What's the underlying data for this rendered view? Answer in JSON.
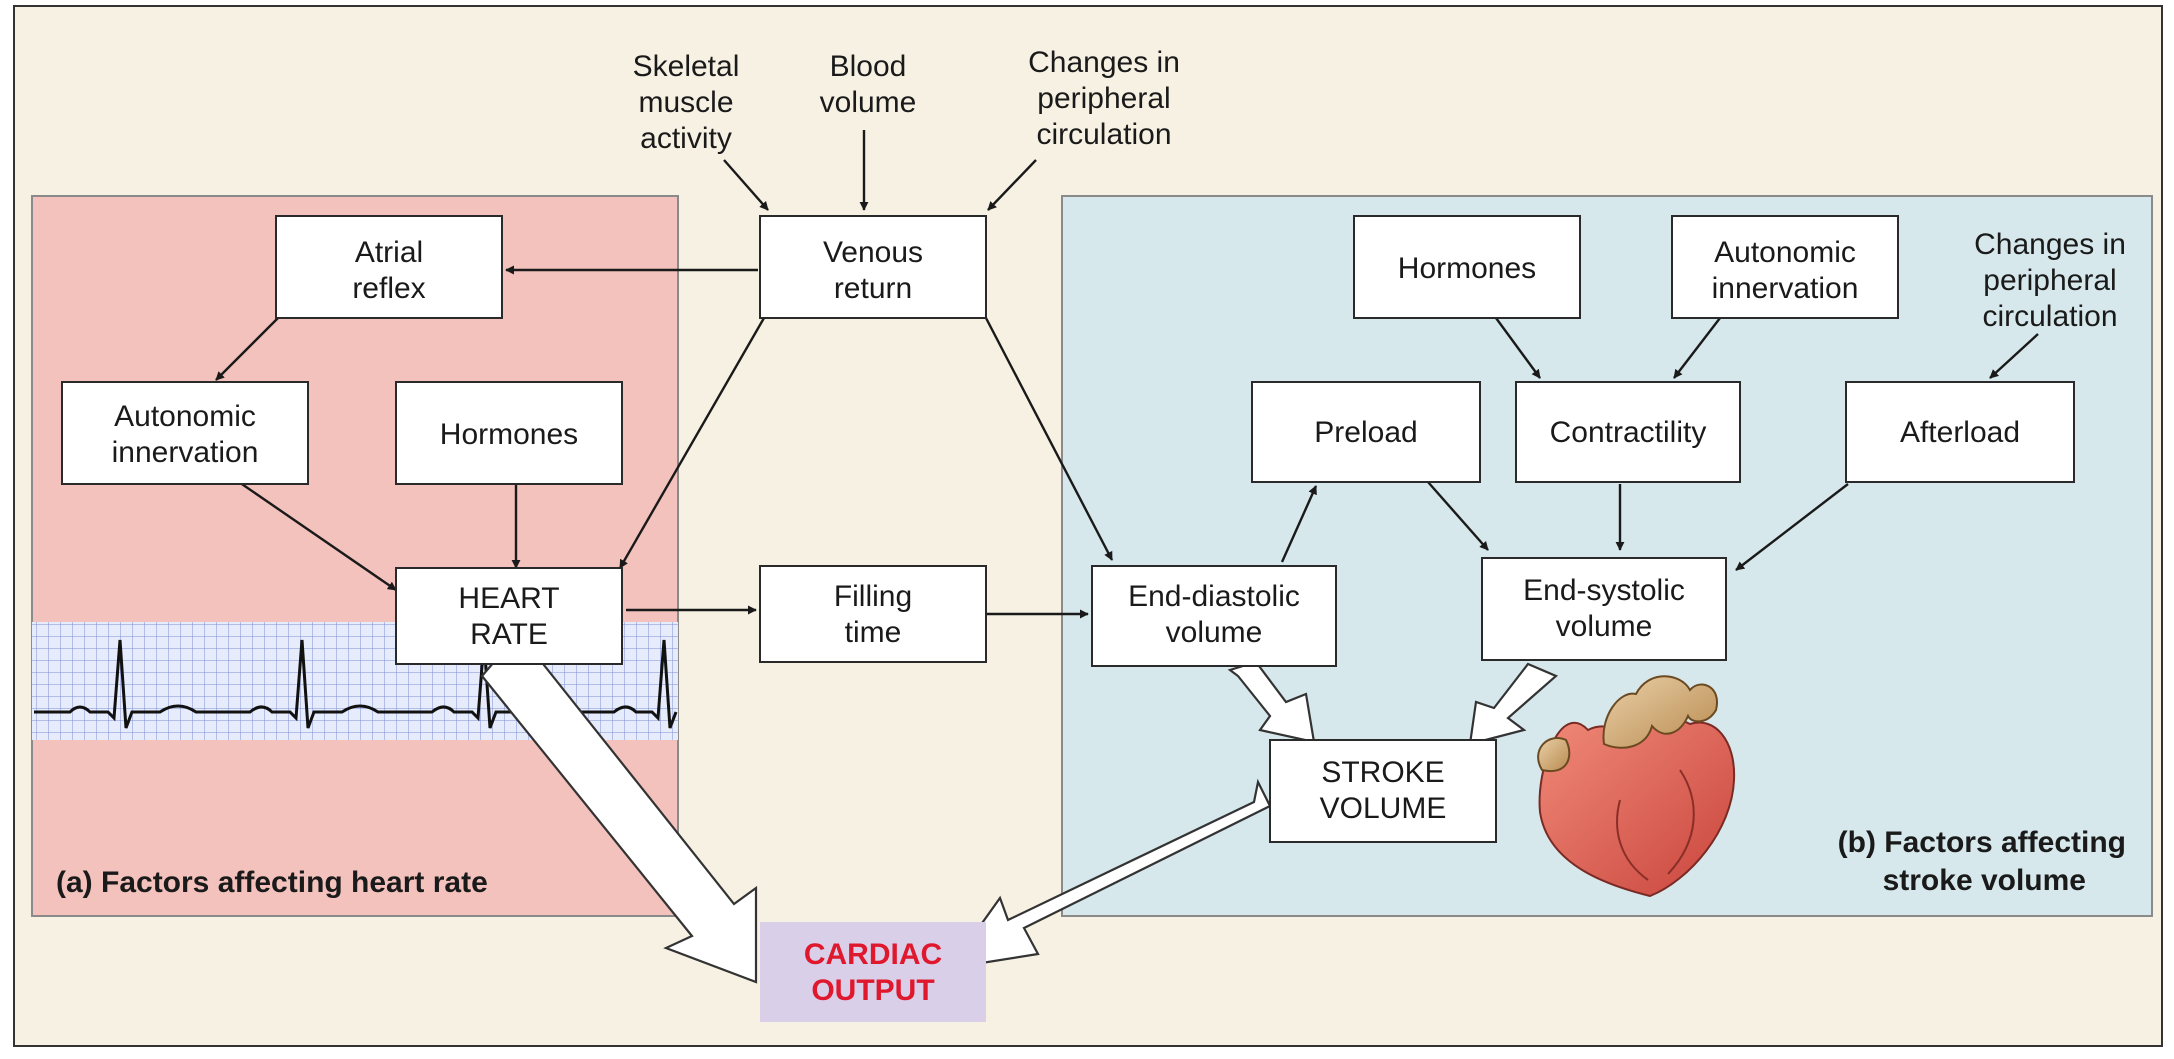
{
  "colors": {
    "background": "#f7f1e3",
    "panel_a": "#f3c2bd",
    "panel_b": "#d6e8ec",
    "heart_rate_border": "#5a3fa8",
    "stroke_volume_border": "#d93a4a",
    "cardiac_output_fill": "#d9cfe9",
    "cardiac_output_text": "#e0182d"
  },
  "inputs": {
    "skeletal": [
      "Skeletal",
      "muscle",
      "activity"
    ],
    "blood_volume": [
      "Blood",
      "volume"
    ],
    "peripheral_top": [
      "Changes in",
      "peripheral",
      "circulation"
    ]
  },
  "nodes": {
    "venous_return": [
      "Venous",
      "return"
    ],
    "atrial_reflex": [
      "Atrial",
      "reflex"
    ],
    "autonomic_left": [
      "Autonomic",
      "innervation"
    ],
    "hormones_left": [
      "Hormones"
    ],
    "heart_rate": [
      "HEART",
      "RATE"
    ],
    "filling_time": [
      "Filling",
      "time"
    ],
    "end_diastolic": [
      "End-diastolic",
      "volume"
    ],
    "preload": [
      "Preload"
    ],
    "hormones_right": [
      "Hormones"
    ],
    "autonomic_right": [
      "Autonomic",
      "innervation"
    ],
    "contractility": [
      "Contractility"
    ],
    "afterload": [
      "Afterload"
    ],
    "end_systolic": [
      "End-systolic",
      "volume"
    ],
    "stroke_volume": [
      "STROKE",
      "VOLUME"
    ],
    "cardiac_output": [
      "CARDIAC",
      "OUTPUT"
    ]
  },
  "peripheral_right": [
    "Changes in",
    "peripheral",
    "circulation"
  ],
  "captions": {
    "panel_a": "(a) Factors affecting heart rate",
    "panel_b": [
      "(b) Factors affecting",
      "stroke volume"
    ]
  },
  "icons": {
    "ecg": "ecg-trace-icon",
    "heart": "heart-illustration-icon"
  }
}
